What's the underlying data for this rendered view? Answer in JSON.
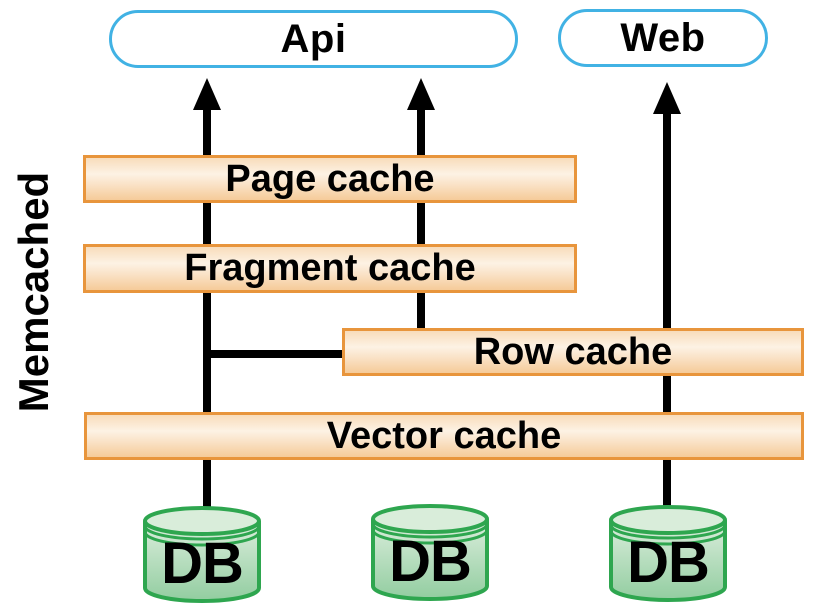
{
  "diagram": {
    "side_label": "Memcached",
    "endpoints": {
      "api": {
        "label": "Api"
      },
      "web": {
        "label": "Web"
      }
    },
    "caches": [
      {
        "id": "page",
        "label": "Page cache"
      },
      {
        "id": "fragment",
        "label": "Fragment cache"
      },
      {
        "id": "row",
        "label": "Row cache"
      },
      {
        "id": "vector",
        "label": "Vector cache"
      }
    ],
    "databases": [
      {
        "label": "DB"
      },
      {
        "label": "DB"
      },
      {
        "label": "DB"
      }
    ],
    "colors": {
      "pill_border": "#41B2E4",
      "cache_border": "#E8953C",
      "cache_fill_top": "#F8DCBB",
      "cache_fill_mid": "#FDF2E4",
      "cache_fill_bottom": "#F5CB99",
      "db_border": "#2EA64F",
      "db_fill_top": "#DCEEDD",
      "db_fill_bottom": "#92CDA0",
      "line": "#000000"
    }
  }
}
